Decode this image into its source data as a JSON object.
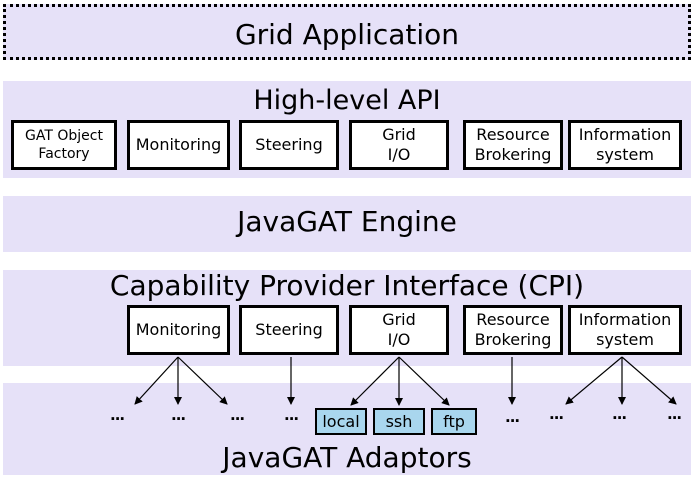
{
  "layers": {
    "application": "Grid Application",
    "high_level_api": "High-level API",
    "engine": "JavaGAT Engine",
    "cpi": "Capability Provider Interface (CPI)",
    "adaptors": "JavaGAT Adaptors"
  },
  "api_boxes": [
    {
      "label": "GAT Object\nFactory"
    },
    {
      "label": "Monitoring"
    },
    {
      "label": "Steering"
    },
    {
      "label": "Grid\nI/O"
    },
    {
      "label": "Resource\nBrokering"
    },
    {
      "label": "Information\nsystem"
    }
  ],
  "cpi_boxes": [
    {
      "label": "Monitoring"
    },
    {
      "label": "Steering"
    },
    {
      "label": "Grid\nI/O"
    },
    {
      "label": "Resource\nBrokering"
    },
    {
      "label": "Information\nsystem"
    }
  ],
  "io_adaptors": [
    "local",
    "ssh",
    "ftp"
  ],
  "ellipsis": "...",
  "colors": {
    "layer_fill": "#e6e1f8",
    "adaptor_fill": "#a9d6ee",
    "box_fill": "#ffffff",
    "stroke": "#000000"
  }
}
